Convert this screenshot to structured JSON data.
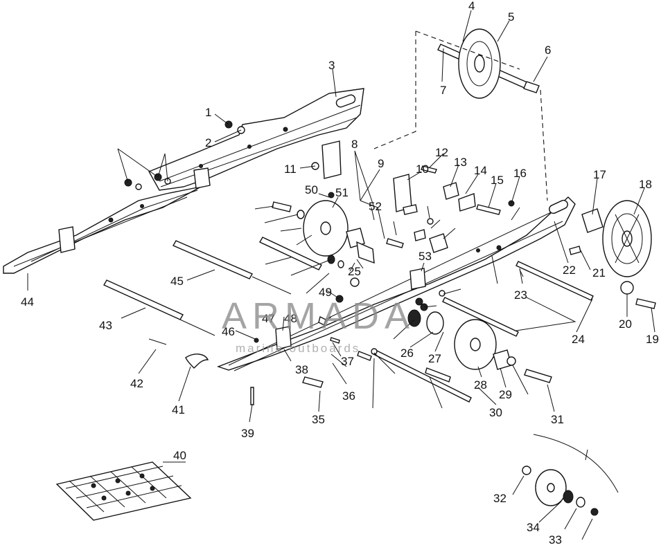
{
  "callouts": [
    "1",
    "2",
    "3",
    "4",
    "5",
    "6",
    "7",
    "8",
    "9",
    "10",
    "11",
    "12",
    "13",
    "14",
    "15",
    "16",
    "17",
    "18",
    "19",
    "20",
    "21",
    "22",
    "23",
    "24",
    "25",
    "26",
    "27",
    "28",
    "29",
    "30",
    "31",
    "32",
    "33",
    "34",
    "35",
    "36",
    "37",
    "38",
    "39",
    "40",
    "41",
    "42",
    "43",
    "44",
    "45",
    "46",
    "47",
    "48",
    "49",
    "50",
    "51",
    "52",
    "53"
  ],
  "watermark": {
    "brand": "ARMADA",
    "tagline": "marine outboards"
  },
  "colors": {
    "line": "#111111",
    "background": "#ffffff",
    "watermark_grey": "#8b8b8b",
    "watermark_pink": "#d4679a"
  }
}
